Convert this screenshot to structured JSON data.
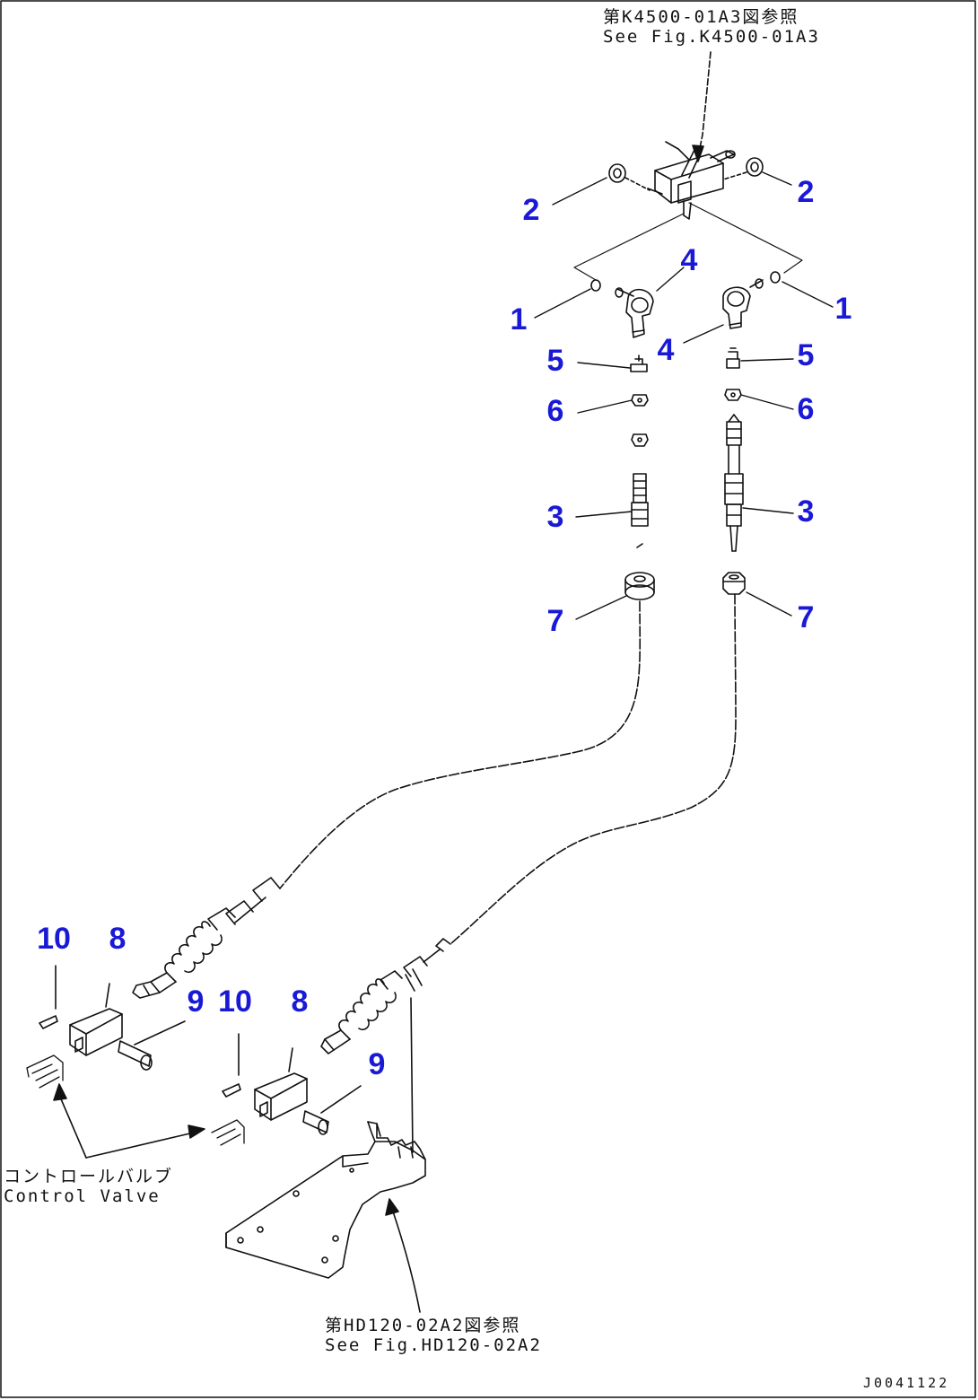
{
  "references": {
    "top": {
      "line1": "第K4500-01A3図参照",
      "line2": "See Fig.K4500-01A3"
    },
    "control_valve": {
      "line1": "コントロールバルブ",
      "line2": "Control Valve"
    },
    "bottom": {
      "line1": "第HD120-02A2図参照",
      "line2": "See Fig.HD120-02A2"
    }
  },
  "callouts": [
    "2",
    "2",
    "4",
    "1",
    "1",
    "4",
    "5",
    "5",
    "6",
    "6",
    "3",
    "3",
    "7",
    "7",
    "10",
    "8",
    "9",
    "10",
    "8",
    "9"
  ],
  "document_id": "J0041122",
  "colors": {
    "callout": "#1a1ad6",
    "line": "#111111"
  }
}
